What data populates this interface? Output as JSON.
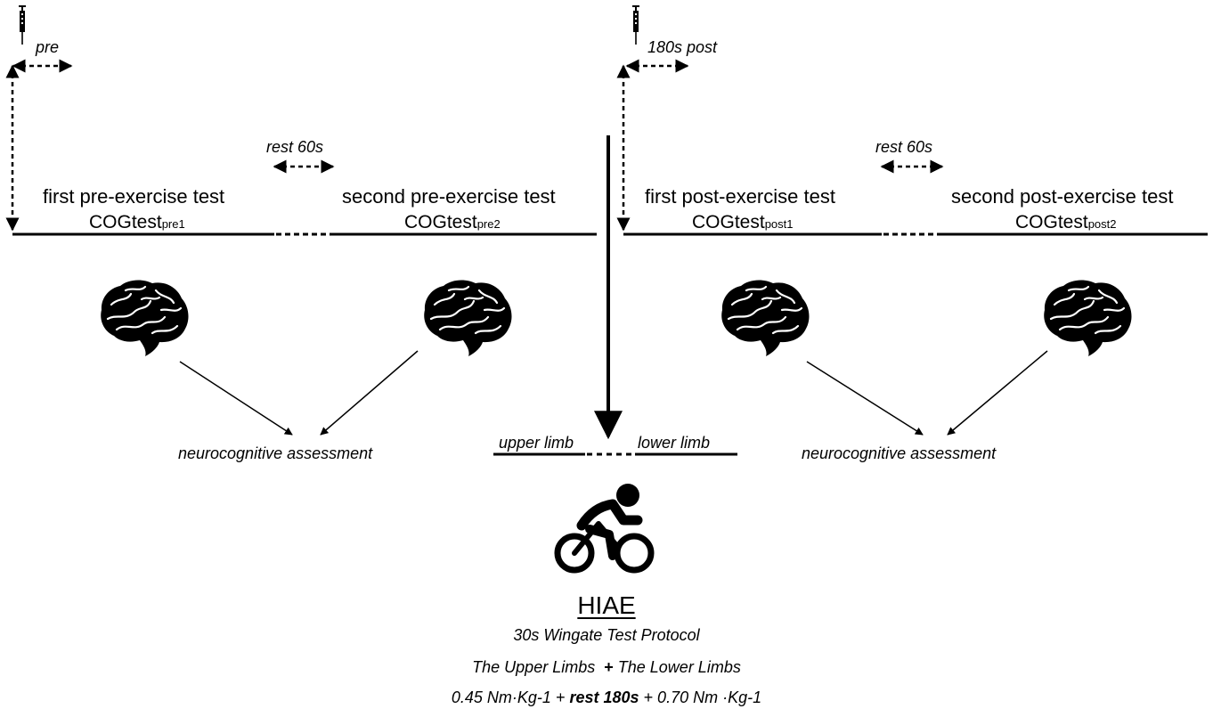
{
  "markers": {
    "pre": "pre",
    "post": "180s post"
  },
  "rests": {
    "left": "rest 60s",
    "right": "rest 60s"
  },
  "tests": {
    "pre1": {
      "title": "first pre-exercise test",
      "cog": "COGtest",
      "sub": "pre1"
    },
    "pre2": {
      "title": "second pre-exercise test",
      "cog": "COGtest",
      "sub": "pre2"
    },
    "post1": {
      "title": "first post-exercise test",
      "cog": "COGtest",
      "sub": "post1"
    },
    "post2": {
      "title": "second post-exercise test",
      "cog": "COGtest",
      "sub": "post2"
    }
  },
  "assessment": {
    "left": "neurocognitive assessment",
    "right": "neurocognitive assessment"
  },
  "limbs": {
    "upper": "upper limb",
    "lower": "lower limb"
  },
  "hiae": {
    "title": "HIAE",
    "protocol": "30s Wingate Test Protocol",
    "limbs_upper": "The Upper Limbs",
    "limbs_plus": "+",
    "limbs_lower": "The Lower Limbs",
    "load_upper": "0.45 Nm·Kg-1 +",
    "load_rest": "rest 180s",
    "load_lower": "+ 0.70 Nm ·Kg-1"
  },
  "icons": {
    "syringe": "syringe-icon",
    "brain": "brain-icon",
    "cyclist": "cyclist-icon"
  }
}
